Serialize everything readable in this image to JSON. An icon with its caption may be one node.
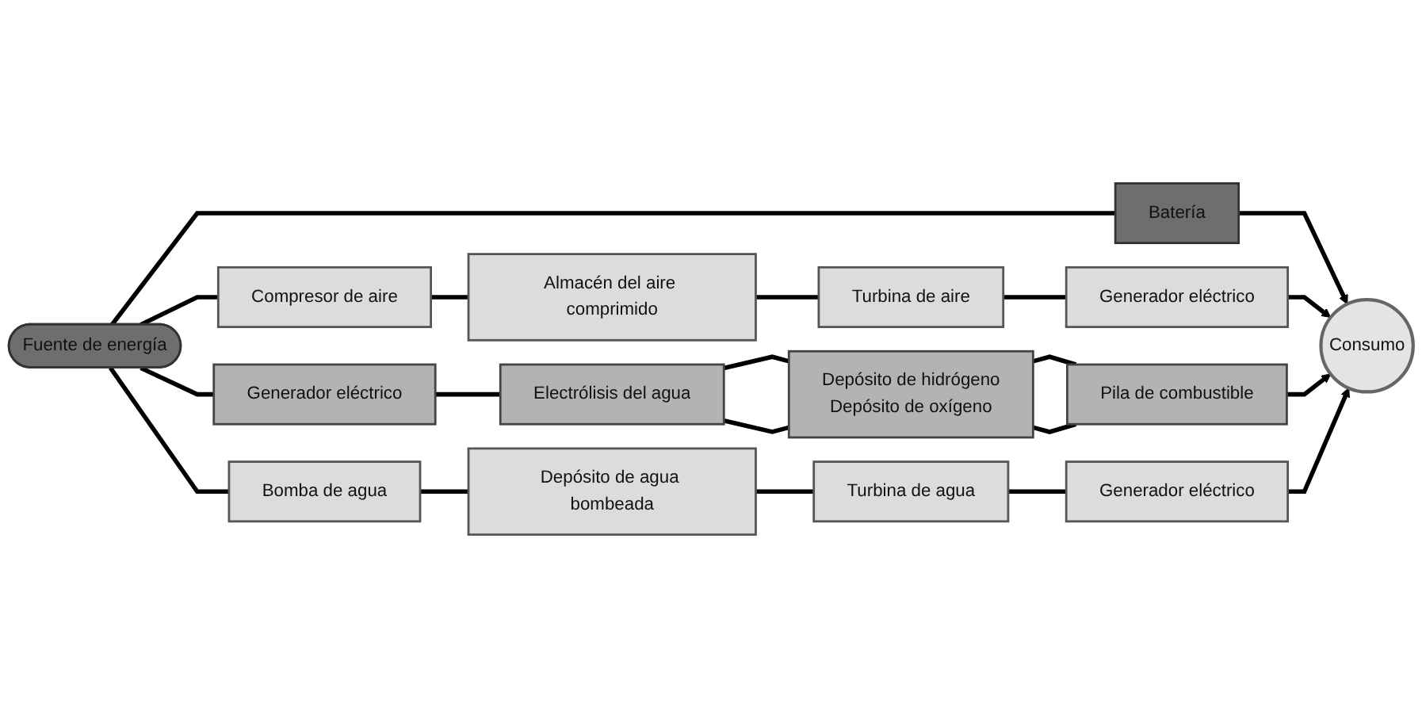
{
  "diagram": {
    "nodes": [
      {
        "text": [
          "Fuente de energía"
        ]
      },
      {
        "text": [
          "Batería"
        ]
      },
      {
        "text": [
          "Compresor de aire"
        ]
      },
      {
        "text": [
          "Almacén del aire comprimido"
        ]
      },
      {
        "text": [
          "Turbina de aire"
        ]
      },
      {
        "text": [
          "Generador eléctrico"
        ]
      },
      {
        "text": [
          "Generador eléctrico"
        ]
      },
      {
        "text": [
          "Electrólisis del agua"
        ]
      },
      {
        "text": [
          "Depósito de hidrógeno",
          "Depósito de oxígeno"
        ]
      },
      {
        "text": [
          "Pila de combustible"
        ]
      },
      {
        "text": [
          "Bomba de agua"
        ]
      },
      {
        "text": [
          "Depósito de agua bombeada"
        ]
      },
      {
        "text": [
          "Turbina de agua"
        ]
      },
      {
        "text": [
          "Generador eléctrico"
        ]
      },
      {
        "text": [
          "Consumo"
        ]
      }
    ],
    "edges": [
      {
        "from": 0,
        "to": 1,
        "arrow": "none"
      },
      {
        "from": 0,
        "to": 2,
        "arrow": "none"
      },
      {
        "from": 0,
        "to": 6,
        "arrow": "none"
      },
      {
        "from": 0,
        "to": 10,
        "arrow": "none"
      },
      {
        "from": 1,
        "to": 14,
        "arrow": "to"
      },
      {
        "from": 2,
        "to": 3,
        "arrow": "none"
      },
      {
        "from": 3,
        "to": 4,
        "arrow": "none"
      },
      {
        "from": 4,
        "to": 5,
        "arrow": "none"
      },
      {
        "from": 5,
        "to": 14,
        "arrow": "to"
      },
      {
        "from": 6,
        "to": 7,
        "arrow": "none"
      },
      {
        "from": 7,
        "to": 8,
        "arrow": "none"
      },
      {
        "from": 7,
        "to": 8,
        "arrow": "none"
      },
      {
        "from": 8,
        "to": 9,
        "arrow": "none"
      },
      {
        "from": 8,
        "to": 9,
        "arrow": "none"
      },
      {
        "from": 9,
        "to": 14,
        "arrow": "to"
      },
      {
        "from": 10,
        "to": 11,
        "arrow": "none"
      },
      {
        "from": 11,
        "to": 12,
        "arrow": "none"
      },
      {
        "from": 12,
        "to": 13,
        "arrow": "none"
      },
      {
        "from": 13,
        "to": 14,
        "arrow": "to"
      }
    ]
  }
}
